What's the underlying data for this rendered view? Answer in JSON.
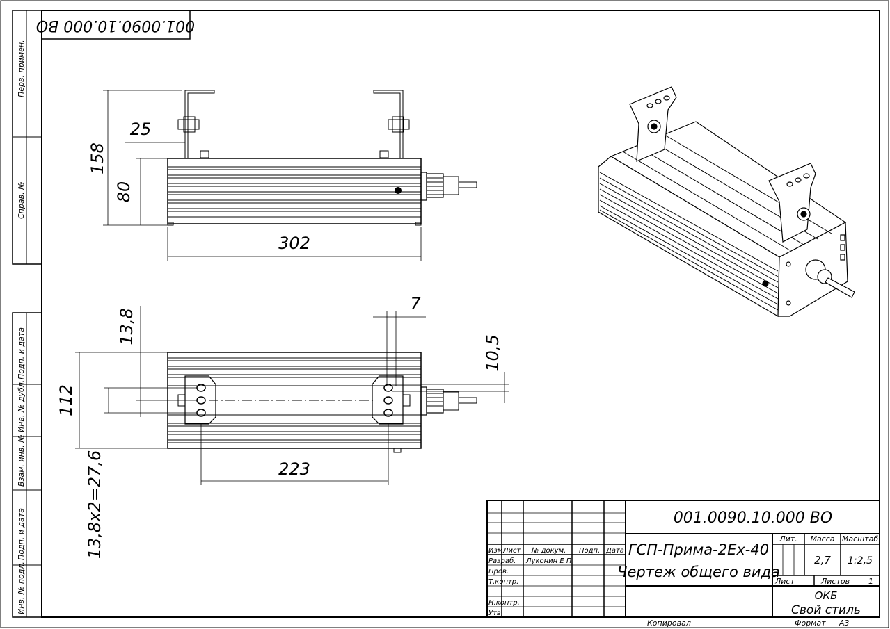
{
  "designation": "001.0090.10.000 ВО",
  "designation_mirrored": "001.0090.10.000 ВО",
  "left_strip": {
    "perv_primen": "Перв. примен.",
    "sprav_no": "Справ. №",
    "podp_data_1": "Подп. и дата",
    "inv_dubl": "Инв. № дубл.",
    "vzam_inv": "Взам. инв. №",
    "podp_data_2": "Подп. и дата",
    "inv_podl": "Инв. № подл."
  },
  "dimensions": {
    "front_height_total": "158",
    "front_height_body": "80",
    "front_offset": "25",
    "front_length": "302",
    "top_offset_13_8": "13,8",
    "top_hole_7": "7",
    "top_hole_10_5": "10,5",
    "top_width_112": "112",
    "top_span_223": "223",
    "top_chain": "13,8х2=27,6"
  },
  "title_block": {
    "designation": "001.0090.10.000 ВО",
    "product_name": "ГСП-Прима-2Ех-40",
    "doc_name": "Чертеж общего вида",
    "lit_header": "Лит.",
    "mass_header": "Масса",
    "scale_header": "Масштаб",
    "mass_value": "2,7",
    "scale_value": "1:2,5",
    "sheet_label": "Лист",
    "sheets_label": "Листов",
    "sheets_value": "1",
    "org_line1": "ОКБ",
    "org_line2": "Свой стиль",
    "izm": "Изм.",
    "list": "Лист",
    "doc_no": "№ докум.",
    "podp": "Подп.",
    "data": "Дата",
    "razrab": "Разраб.",
    "razrab_name": "Луконин Е П",
    "prov": "Пров.",
    "tkontr": "Т.контр.",
    "nkontr": "Н.контр.",
    "utv": "Утв.",
    "kopiroval": "Копировал",
    "format_label": "Формат",
    "format_value": "А3"
  }
}
